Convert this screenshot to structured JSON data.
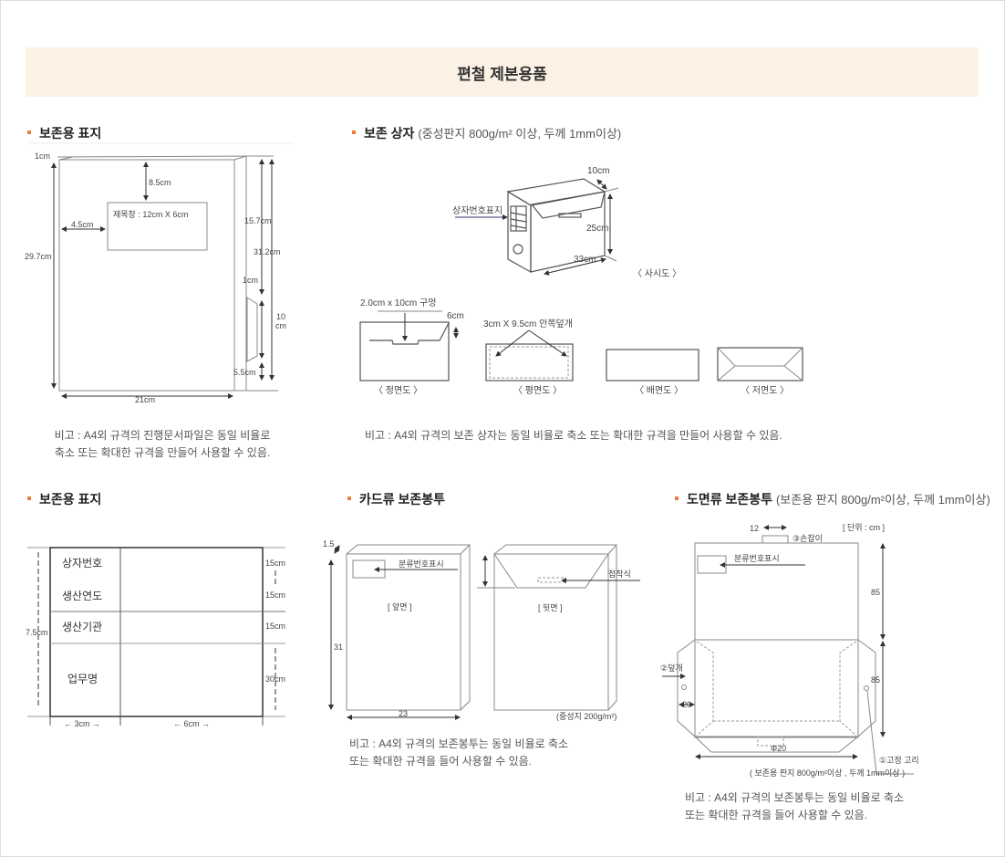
{
  "header": {
    "title": "편철 제본용품"
  },
  "sections": {
    "cover": {
      "title": "보존용 표지",
      "labels": {
        "top_gap": "1cm",
        "title_offset": "8.5cm",
        "window": "제목창 : 12cm X 6cm",
        "left_offset": "4.5cm",
        "height": "29.7cm",
        "width": "21cm",
        "spine_a": "15.7cm",
        "spine_total": "31.2cm",
        "tab": "1cm",
        "tab_height_1": "10",
        "tab_height_2": "cm",
        "bottom": "5.5cm"
      },
      "note": [
        "비고 : A4외 규격의 진행문서파일은 동일 비율로",
        "축소 또는 확대한 규격을 만들어 사용할 수 있음."
      ]
    },
    "box": {
      "title": "보존 상자",
      "subtitle": "(중성판지 800g/m² 이상, 두께 1mm이상)",
      "labels": {
        "depth": "10cm",
        "label_area": "상자번호표지",
        "height": "25cm",
        "length": "33cm",
        "perspective": "〈 사시도 〉",
        "hole": "2.0cm x 10cm 구멍",
        "flap": "6cm",
        "inner_cover": "3cm X 9.5cm 안쪽덮개"
      },
      "views": [
        "〈 정면도 〉",
        "〈 평면도 〉",
        "〈 배면도 〉",
        "〈 저면도 〉"
      ],
      "note": [
        "비고 : A4외 규격의 보존 상자는 동일 비율로 축소 또는 확대한 규격을 만들어 사용할 수 있음."
      ]
    },
    "label": {
      "title": "보존용 표지",
      "rows": [
        "상자번호",
        "생산연도",
        "생산기관",
        "업무명"
      ],
      "dims": {
        "total": "7.5cm",
        "r1": "15cm",
        "r2": "15cm",
        "r3": "15cm",
        "r4": "30cm",
        "col1": "← 3cm →",
        "col2": "← 6cm →"
      }
    },
    "card_envelope": {
      "title": "카드류 보존봉투",
      "labels": {
        "depth": "1.5",
        "classification": "분류번호표시",
        "front": "[ 앞면 ]",
        "height": "31",
        "width": "23",
        "adhesive": "접착식",
        "back": "[ 뒷면 ]",
        "paper": "(중성지 200g/m²)"
      },
      "note": [
        "비고 : A4외 규격의 보존봉투는 동일 비율로 축소",
        "또는 확대한 규격을 들어 사용할 수 있음."
      ]
    },
    "drawing_envelope": {
      "title": "도면류 보존봉투",
      "subtitle": "(보존용 판지 800g/m²이상, 두께 1mm이상)",
      "labels": {
        "handle_width": "12",
        "handle": "③손잡이",
        "unit": "[ 단위 : cm ]",
        "classification": "분류번호표시",
        "h1": "85",
        "h2": "85",
        "cover": "②덮개",
        "side": "20",
        "hole": "Φ20",
        "clip": "①고정 고리",
        "material": "( 보존용 판지 800g/m²이상 , 두께 1mm이상 )"
      },
      "note": [
        "비고 : A4외 규격의 보존봉투는 동일 비율로 축소",
        "또는 확대한 규격을 들어 사용할 수 있음."
      ]
    }
  }
}
